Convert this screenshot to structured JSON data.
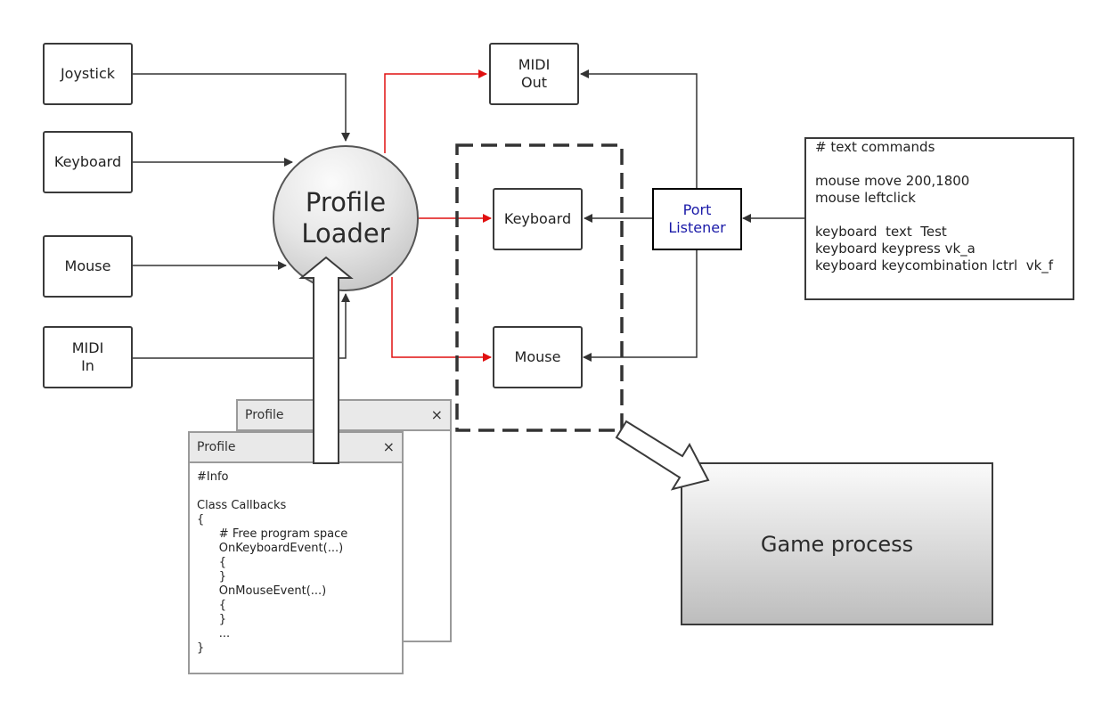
{
  "inputs": {
    "joystick": "Joystick",
    "keyboard": "Keyboard",
    "mouse": "Mouse",
    "midi_in": "MIDI\nIn"
  },
  "profile_loader": "Profile\nLoader",
  "midi_out": "MIDI\nOut",
  "virtual": {
    "keyboard": "Keyboard",
    "mouse": "Mouse"
  },
  "port_listener": "Port\nListener",
  "text_commands": [
    "# text commands",
    "",
    "mouse move 200,1800",
    "mouse leftclick",
    "",
    "keyboard  text  Test",
    "keyboard keypress vk_a",
    "keyboard keycombination lctrl  vk_f"
  ],
  "profile_windows": {
    "back": {
      "title": "Profile",
      "close": "×"
    },
    "front": {
      "title": "Profile",
      "close": "×"
    }
  },
  "profile_code": [
    "#Info",
    "",
    "Class Callbacks",
    "{",
    "      # Free program space",
    "      OnKeyboardEvent(...)",
    "      {",
    "      }",
    "      OnMouseEvent(...)",
    "      {",
    "      }",
    "      ...",
    "}"
  ],
  "game_process": "Game process",
  "colors": {
    "arrow": "#333333",
    "red_arrow": "#e01010",
    "port_listener_text": "#1a1aa8"
  }
}
